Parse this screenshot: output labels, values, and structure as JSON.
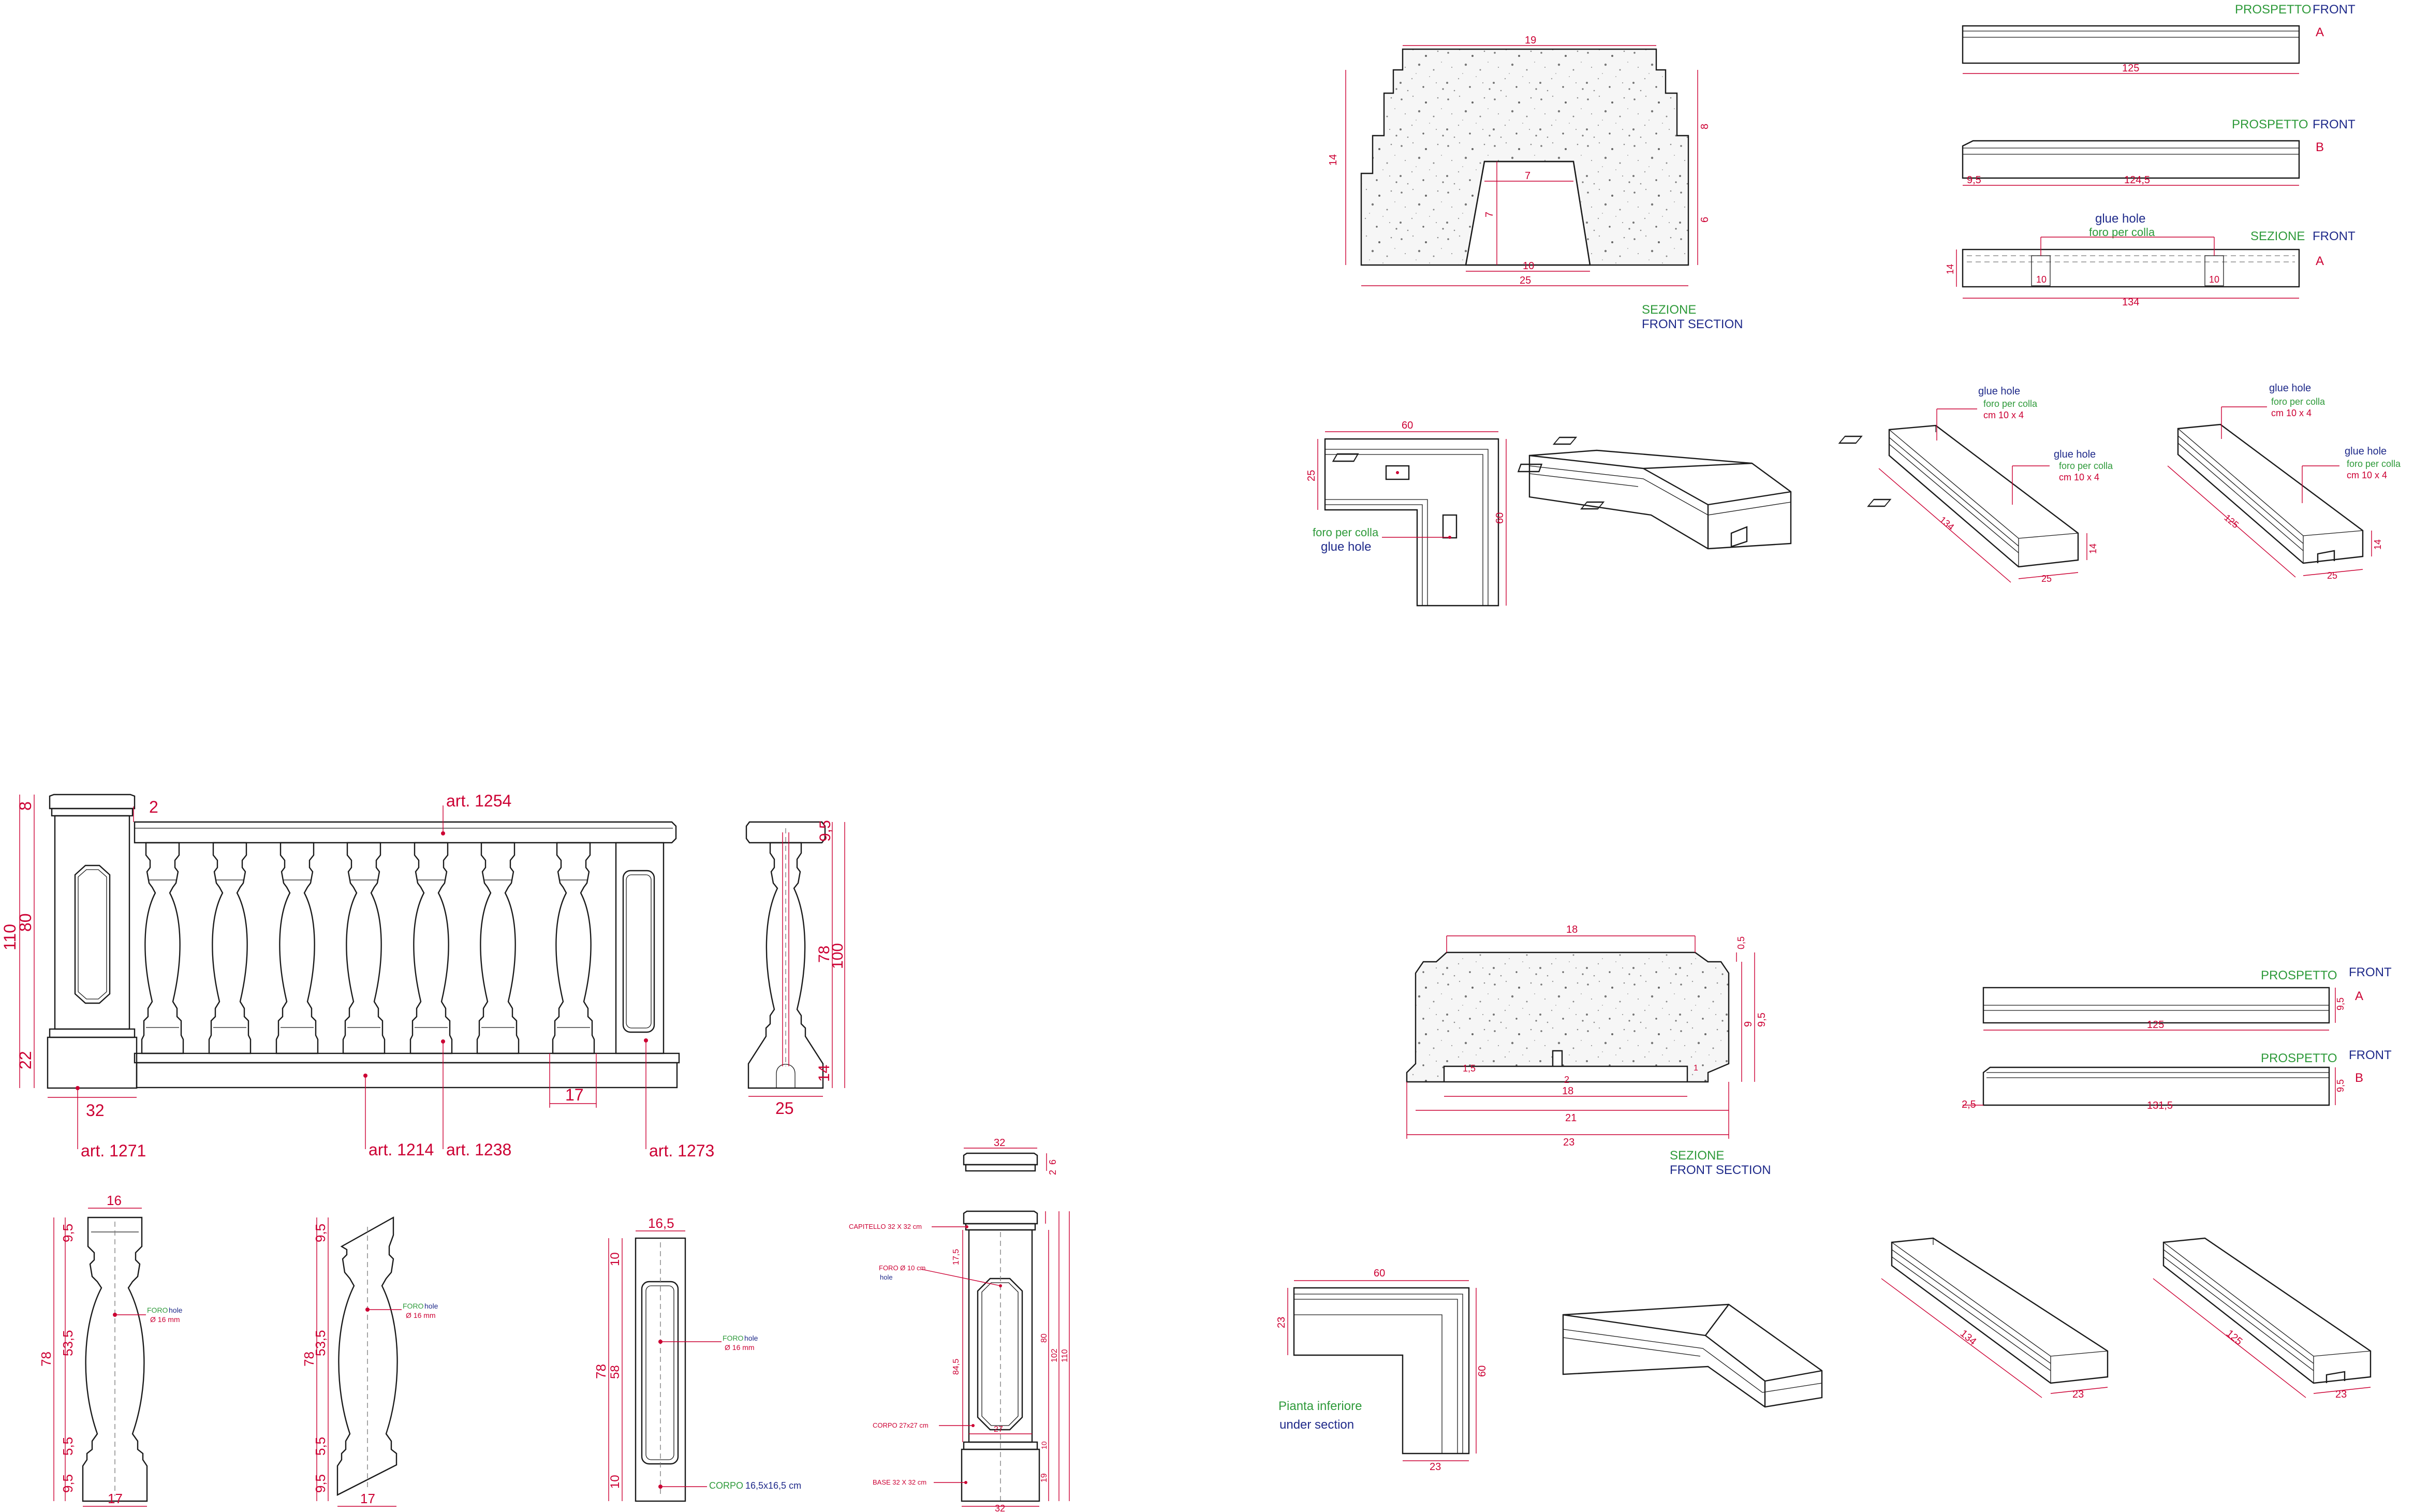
{
  "colors": {
    "dimension": "#cc0033",
    "italian_label": "#2e9a3a",
    "english_label": "#1f2a8a",
    "outline": "#1a1a1a"
  },
  "upper_cap": {
    "section": {
      "dims": [
        "19",
        "14",
        "8",
        "7",
        "6",
        "7",
        "10",
        "25"
      ],
      "label_it": "SEZIONE",
      "label_en": "FRONT SECTION"
    },
    "prospetto_a": {
      "label_it": "PROSPETTO",
      "label_en": "FRONT",
      "letter": "A",
      "dims": [
        "125"
      ]
    },
    "prospetto_b": {
      "label_it": "PROSPETTO",
      "label_en": "FRONT",
      "letter": "B",
      "dims": [
        "9,5",
        "124,5"
      ]
    },
    "sezione_a": {
      "label_it": "SEZIONE",
      "label_en": "FRONT",
      "letter": "A",
      "hole_en": "glue hole",
      "hole_it": "foro per colla",
      "dims": [
        "14",
        "10",
        "10",
        "134"
      ]
    },
    "corner_plan": {
      "dims": [
        "60",
        "25",
        "60"
      ],
      "hole_it": "foro per colla",
      "hole_en": "glue hole"
    },
    "iso_134": {
      "hole_en": "glue hole",
      "hole_it": "foro per colla",
      "hole_size": "cm 10 x 4",
      "hole2_en": "glue hole",
      "hole2_it": "foro per colla",
      "hole2_size": "cm 10 x 4",
      "dims": [
        "134",
        "25",
        "14"
      ]
    },
    "iso_125": {
      "hole_en": "glue hole",
      "hole_it": "foro per colla",
      "hole_size": "cm 10 x 4",
      "hole2_en": "glue hole",
      "hole2_it": "foro per colla",
      "hole2_size": "cm 10 x 4",
      "dims": [
        "125",
        "25",
        "14"
      ]
    }
  },
  "lower_cap": {
    "section": {
      "dims": [
        "18",
        "0,5",
        "9,5",
        "9",
        "1,5",
        "2",
        "18",
        "21",
        "23",
        "1"
      ],
      "label_it": "SEZIONE",
      "label_en": "FRONT SECTION"
    },
    "prospetto_a": {
      "label_it": "PROSPETTO",
      "label_en": "FRONT",
      "letter": "A",
      "dims": [
        "9,5",
        "125"
      ]
    },
    "prospetto_b": {
      "label_it": "PROSPETTO",
      "label_en": "FRONT",
      "letter": "B",
      "dims": [
        "9,5",
        "2,5",
        "131,5"
      ]
    },
    "corner_plan": {
      "dims": [
        "60",
        "23",
        "60",
        "23"
      ],
      "label_it": "Pianta inferiore",
      "label_en": "under section"
    },
    "iso_134": {
      "dims": [
        "134",
        "23"
      ]
    },
    "iso_125": {
      "dims": [
        "125",
        "23"
      ]
    }
  },
  "elevation": {
    "articles": {
      "rail": "art. 1254",
      "pier": "art. 1271",
      "plinth": "art. 1214",
      "baluster": "art. 1238",
      "half_pier": "art. 1273"
    },
    "dims": {
      "h110": "110",
      "h8": "8",
      "h80": "80",
      "h22": "22",
      "w32": "32",
      "d2": "2",
      "w17": "17"
    },
    "side": {
      "dims": [
        "9,5",
        "78",
        "100",
        "14",
        "25"
      ]
    }
  },
  "baluster_front": {
    "dims": [
      "16",
      "9,5",
      "53,5",
      "78",
      "5,5",
      "9,5",
      "17"
    ],
    "hole_it": "FORO",
    "hole_en": "hole",
    "hole_size": "Ø 16 mm"
  },
  "baluster_half": {
    "dims": [
      "9,5",
      "53,5",
      "78",
      "5,5",
      "9,5",
      "17"
    ],
    "hole_it": "FORO",
    "hole_en": "hole",
    "hole_size": "Ø 16 mm"
  },
  "half_pier": {
    "dims": [
      "16,5",
      "10",
      "78",
      "58",
      "10"
    ],
    "hole_it": "FORO",
    "hole_en": "hole",
    "hole_size": "Ø 16 mm",
    "body_it": "CORPO",
    "body_size": "16,5x16,5 cm"
  },
  "pier": {
    "dims": [
      "32",
      "6",
      "2",
      "17,5",
      "80",
      "102",
      "110",
      "84,5",
      "27",
      "10",
      "19",
      "32"
    ],
    "capitello": "CAPITELLO 32 X 32 cm",
    "foro": "FORO Ø 10 cm",
    "foro_en": "hole",
    "corpo": "CORPO 27x27 cm",
    "base": "BASE 32 X 32 cm"
  }
}
